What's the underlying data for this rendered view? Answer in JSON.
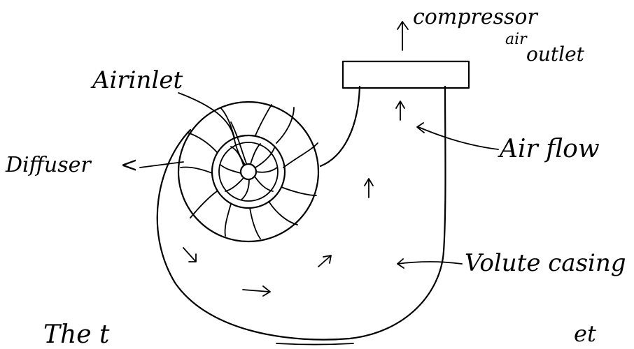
{
  "diagram": {
    "labels": {
      "compressor_outlet_line1": "compressor",
      "compressor_outlet_line2": "air",
      "compressor_outlet_line3": "outlet",
      "air_inlet": "Airinlet",
      "diffuser": "Diffuser",
      "air_flow": "Air flow",
      "volute_casing": "Volute casing",
      "bottom_text_start": "The t",
      "bottom_text_end": "et"
    },
    "arrow_glyph_diffuser": "<",
    "ink_color": "#000000"
  }
}
